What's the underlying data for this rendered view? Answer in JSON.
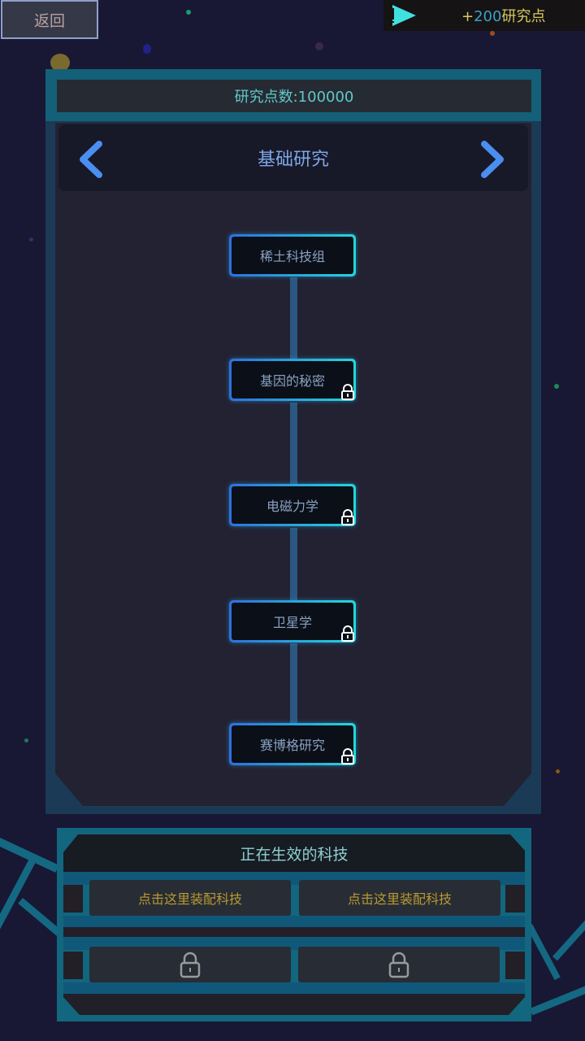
{
  "header": {
    "back_label": "返回",
    "reward": {
      "prefix": "+",
      "amount": "200",
      "suffix": "研究点"
    }
  },
  "points": {
    "label": "研究点数:100000"
  },
  "category": {
    "title": "基础研究"
  },
  "tech_nodes": [
    {
      "label": "稀土科技组",
      "locked": false
    },
    {
      "label": "基因的秘密",
      "locked": true
    },
    {
      "label": "电磁力学",
      "locked": true
    },
    {
      "label": "卫星学",
      "locked": true
    },
    {
      "label": "赛博格研究",
      "locked": true
    }
  ],
  "active_tech": {
    "title": "正在生效的科技",
    "slots": [
      {
        "label": "点击这里装配科技",
        "locked": false
      },
      {
        "label": "点击这里装配科技",
        "locked": false
      },
      {
        "label": "",
        "locked": true
      },
      {
        "label": "",
        "locked": true
      }
    ]
  },
  "colors": {
    "background": "#181834",
    "accent_teal": "#22d8d8",
    "accent_blue": "#2f6fe0",
    "arrow_blue": "#4a8ef0",
    "points_text": "#60c8c8",
    "slot_text": "#b89a30",
    "reward_text": "#d8c860",
    "reward_number": "#3ba0c8"
  }
}
